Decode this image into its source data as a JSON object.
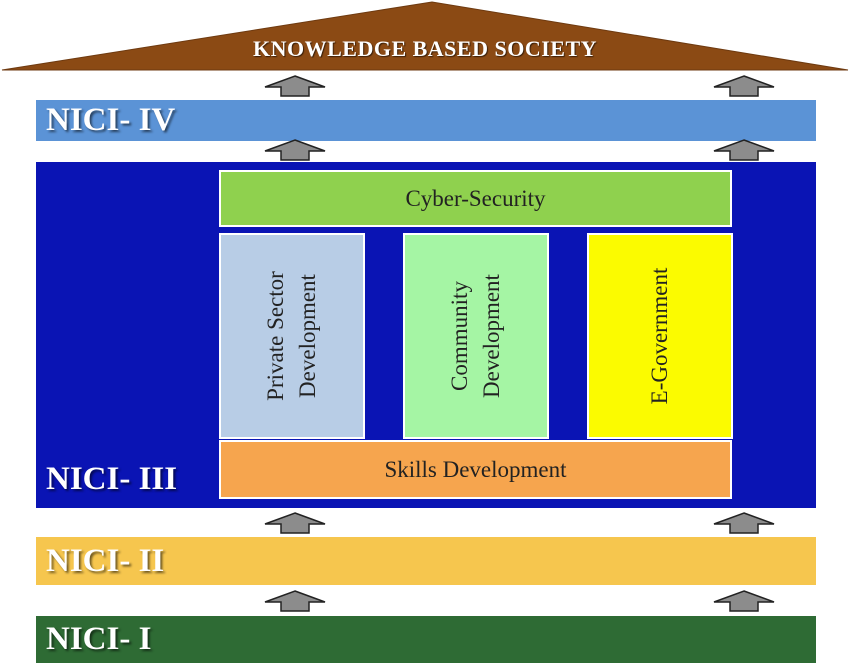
{
  "roof": {
    "title": "KNOWLEDGE BASED SOCIETY"
  },
  "layers": {
    "nici_iv": "NICI- IV",
    "nici_iii": "NICI- III",
    "nici_ii": "NICI- II",
    "nici_i": "NICI- I"
  },
  "boxes": {
    "cyber_security": "Cyber-Security",
    "private_sector": [
      "Private Sector",
      "Development"
    ],
    "community": [
      "Community",
      "Development"
    ],
    "e_government": "E-Government",
    "skills": "Skills Development"
  },
  "colors": {
    "roof": "#8b4a14",
    "nici_iv": "#5b93d6",
    "nici_iii": "#0a14b4",
    "nici_ii": "#f6c64e",
    "nici_i": "#2e6b34",
    "cyber_security": "#8fd14e",
    "private_sector": "#b8cde6",
    "community": "#a5f5a4",
    "e_government": "#fbfb00",
    "skills": "#f6a54e",
    "arrow": "#8c8c8c"
  }
}
